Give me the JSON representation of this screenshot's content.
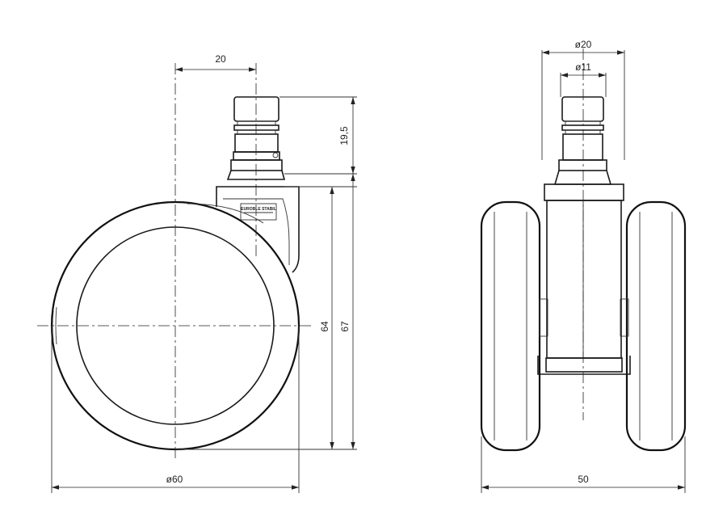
{
  "side_view": {
    "dims": {
      "offset_top": "20",
      "stem_height": "19,5",
      "height_inner": "64",
      "height_total": "67",
      "wheel_diameter": "ø60"
    },
    "logo_text": "EUROBLE STABIL"
  },
  "front_view": {
    "dims": {
      "stem_outer_diameter": "ø20",
      "stem_inner_diameter": "ø11",
      "width_total": "50"
    }
  }
}
